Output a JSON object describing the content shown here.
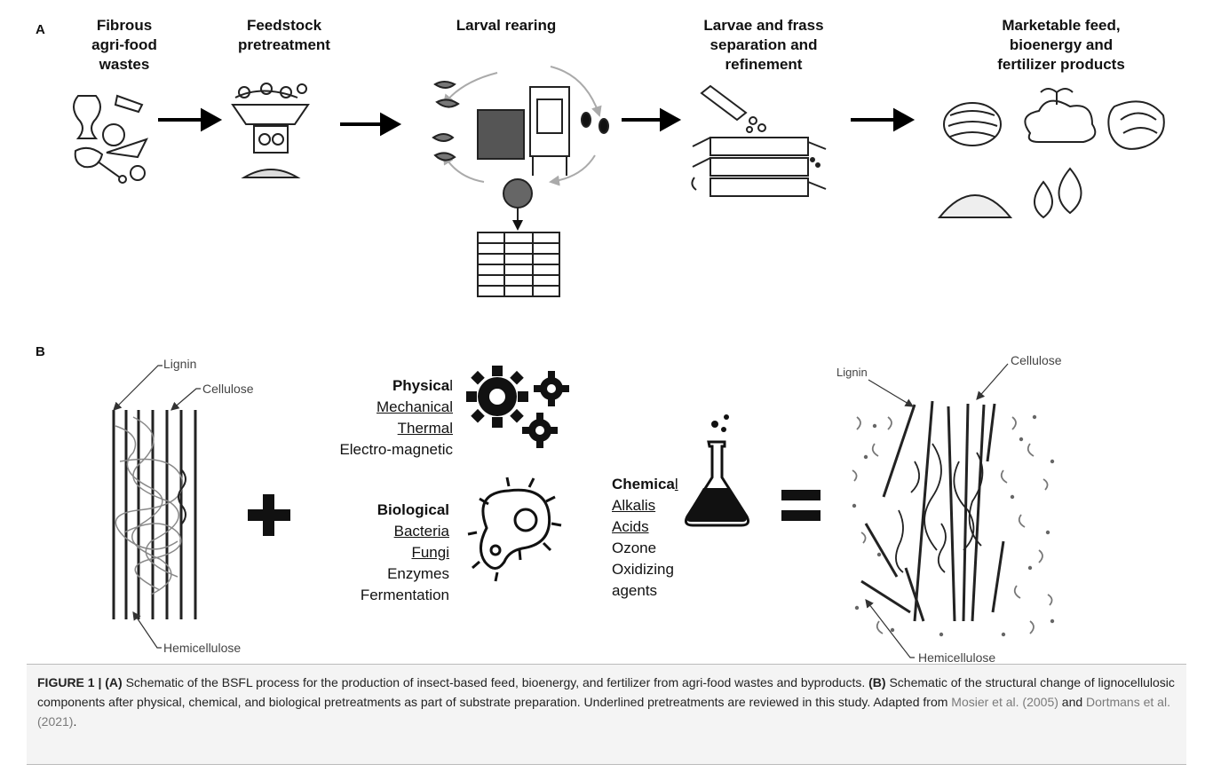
{
  "panel_a": {
    "label": "A",
    "steps": [
      {
        "title": "Fibrous\nagri-food\nwastes"
      },
      {
        "title": "Feedstock\npretreatment"
      },
      {
        "title": "Larval rearing"
      },
      {
        "title": "Larvae and frass\nseparation and\nrefinement"
      },
      {
        "title": "Marketable feed,\nbioenergy and\nfertilizer products"
      }
    ]
  },
  "panel_b": {
    "label": "B",
    "left_labels": {
      "lignin": "Lignin",
      "cellulose": "Cellulose",
      "hemicellulose": "Hemicellulose"
    },
    "right_labels": {
      "lignin": "Lignin",
      "cellulose": "Cellulose",
      "hemicellulose": "Hemicellulose"
    },
    "physical": {
      "head": "Physica",
      "head_tail": "l",
      "items_underlined": [
        "Mechanical",
        "Thermal"
      ],
      "items": [
        "Electro-magnetic"
      ]
    },
    "biological": {
      "head": "Biological",
      "items_underlined": [
        "Bacteria",
        "Fungi"
      ],
      "items": [
        "Enzymes",
        "Fermentation"
      ]
    },
    "chemical": {
      "head": "Chemica",
      "head_tail": "l",
      "items_underlined": [
        "Alkalis",
        "Acids"
      ],
      "items": [
        "Ozone",
        "Oxidizing",
        "agents"
      ]
    }
  },
  "caption": {
    "fig": "FIGURE 1 | ",
    "a_tag": "(A)",
    "a_text": " Schematic of the BSFL process for the production of insect-based feed, bioenergy, and fertilizer from agri-food wastes and byproducts. ",
    "b_tag": "(B)",
    "b_text": " Schematic of the structural change of lignocellulosic components after physical, chemical, and biological pretreatments as part of substrate preparation. Underlined pretreatments are reviewed in this study. Adapted from ",
    "ref1": "Mosier et al. (2005)",
    "mid": " and ",
    "ref2": "Dortmans et al. (2021)",
    "end": "."
  }
}
